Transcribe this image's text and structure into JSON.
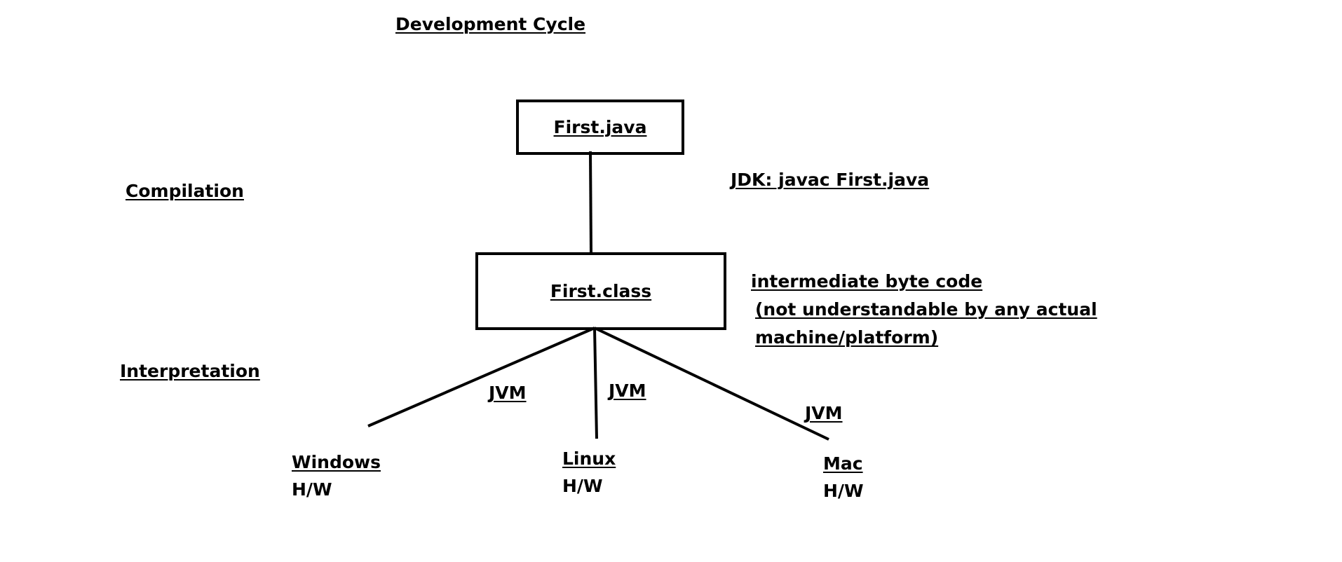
{
  "title": "Development Cycle",
  "phases": {
    "compilation": "Compilation",
    "interpretation": "Interpretation"
  },
  "nodes": {
    "source_file": "First.java",
    "class_file": "First.class"
  },
  "compile_command": "JDK: javac First.java",
  "bytecode_note": {
    "line1": "intermediate byte code",
    "line2": "(not understandable by any actual",
    "line3": "machine/platform)"
  },
  "jvm_labels": {
    "windows": "JVM",
    "linux": "JVM",
    "mac": "JVM"
  },
  "platforms": {
    "windows": {
      "name": "Windows",
      "hw": "H/W"
    },
    "linux": {
      "name": "Linux",
      "hw": "H/W"
    },
    "mac": {
      "name": "Mac",
      "hw": "H/W"
    }
  },
  "colors": {
    "ink": "#000000",
    "background": "#ffffff"
  }
}
